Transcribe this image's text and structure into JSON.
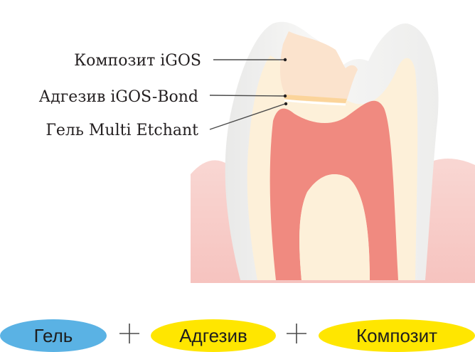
{
  "labels": {
    "composite": "Композит iGOS",
    "adhesive": "Адгезив iGOS-Bond",
    "gel": "Гель Multi Etchant"
  },
  "steps": [
    {
      "text": "Гель",
      "color": "#5ab2e4"
    },
    {
      "text": "Адгезив",
      "color": "#ffe600"
    },
    {
      "text": "Композит",
      "color": "#ffe600"
    }
  ],
  "colors": {
    "gum": "#f7c8c4",
    "enamel": "#f1f1f0",
    "dentin": "#fdf0d9",
    "pulp": "#f08a80",
    "composite": "#fbe3cd",
    "adhesive": "#fbd49a",
    "gel_line": "#ffffff"
  }
}
